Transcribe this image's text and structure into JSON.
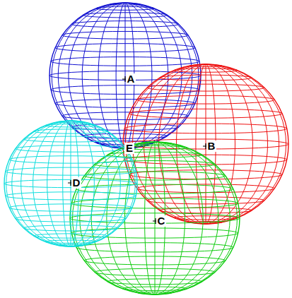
{
  "diagram": {
    "nodes": [
      {
        "text": [
          "A"
        ]
      },
      {
        "text": [
          "B"
        ]
      },
      {
        "text": [
          "C"
        ]
      },
      {
        "text": [
          "D"
        ]
      }
    ],
    "labels": [
      "E"
    ]
  }
}
